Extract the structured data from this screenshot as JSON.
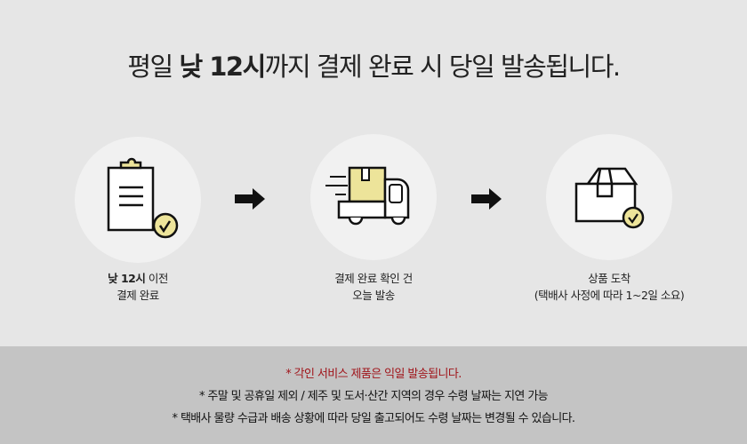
{
  "headline": {
    "pre": "평일 ",
    "bold": "낮 12시",
    "post": "까지 결제 완료 시 당일 발송됩니다."
  },
  "steps": [
    {
      "icon": "clipboard-check-icon",
      "line1_bold": "낮 12시",
      "line1_rest": " 이전",
      "line2": "결제 완료"
    },
    {
      "icon": "delivery-truck-icon",
      "line1": "결제 완료 확인 건",
      "line2": "오늘 발송"
    },
    {
      "icon": "package-check-icon",
      "line1": "상품 도착",
      "line2": "(택배사 사정에 따라 1~2일 소요)"
    }
  ],
  "notes": [
    "* 각인 서비스 제품은 익일 발송됩니다.",
    "* 주말 및 공휴일 제외 / 제주 및 도서·산간 지역의 경우 수령 날짜는 지연 가능",
    "* 택배사 물량 수급과 배송 상황에 따라 당일 출고되어도 수령 날짜는 변경될 수 있습니다."
  ],
  "colors": {
    "accent_yellow": "#ede49a",
    "note_red": "#a0141a",
    "footer_bg": "#c4c4c4"
  }
}
